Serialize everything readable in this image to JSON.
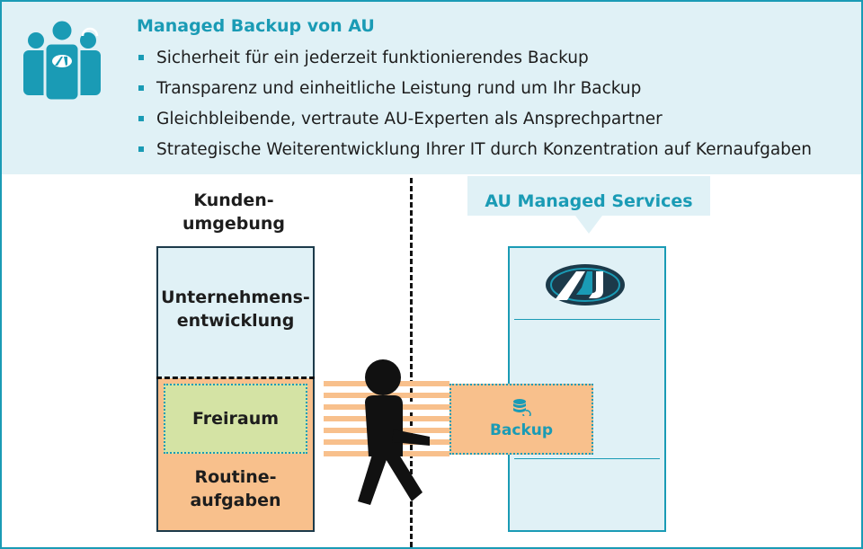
{
  "banner": {
    "title": "Managed Backup von AU",
    "bullets": [
      "Sicherheit für ein jederzeit funktionierendes Backup",
      "Transparenz und einheitliche Leistung rund um Ihr Backup",
      "Gleichbleibende, vertraute AU-Experten als Ansprechpartner",
      "Strategische Weiterentwicklung Ihrer IT durch Konzentration auf Kernaufgaben"
    ]
  },
  "left_column": {
    "title_line1": "Kunden-",
    "title_line2": "umgebung",
    "top_line1": "Unternehmens-",
    "top_line2": "entwicklung",
    "free": "Freiraum",
    "routine_line1": "Routine-",
    "routine_line2": "aufgaben"
  },
  "right_column": {
    "title": "AU Managed Services",
    "backup": "Backup"
  },
  "logo": {
    "text": "AU"
  },
  "colors": {
    "accent": "#1a9bb5",
    "banner_bg": "#e0f1f6",
    "orange": "#f8c08c",
    "green": "#d4e3a4",
    "dark": "#1c3a4a"
  },
  "icons": [
    "people-headset-icon",
    "au-logo",
    "database-icon",
    "walking-person-icon"
  ]
}
